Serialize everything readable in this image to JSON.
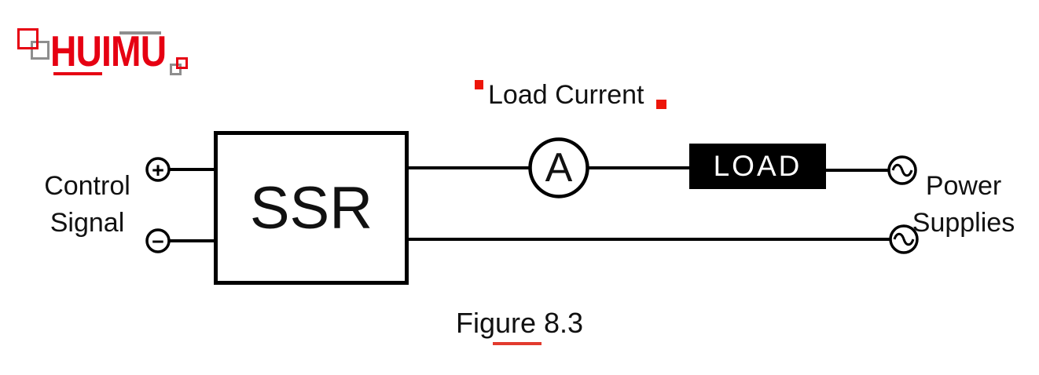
{
  "brand": {
    "wordmark": "HUIMU"
  },
  "diagram": {
    "title": "Load Current",
    "control_signal": {
      "line1": "Control",
      "line2": "Signal"
    },
    "plus_terminal": "+",
    "minus_terminal": "−",
    "ssr_box": "SSR",
    "ammeter": "A",
    "load_box": "LOAD",
    "power_supplies": {
      "line1": "Power",
      "line2": "Supplies"
    }
  },
  "caption": {
    "text": "Figure 8.3"
  },
  "colors": {
    "brand_red": "#e60012",
    "marker_red": "#ed1509",
    "underline_red": "#e23b2e",
    "gray": "#8e8e8e",
    "wire_black": "#000000",
    "background": "#ffffff"
  }
}
